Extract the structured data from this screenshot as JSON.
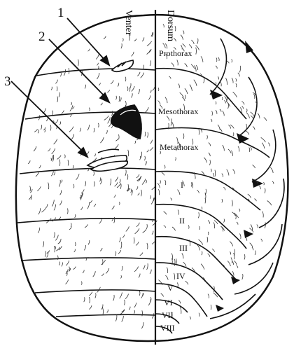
{
  "figure": {
    "callouts": [
      "1",
      "2",
      "3"
    ],
    "side_labels": {
      "venter": "Venter",
      "dorsum": "Dorsum"
    },
    "thorax_labels": [
      "Prothorax",
      "Mesothorax",
      "Metathorax"
    ],
    "abdominal_segments": [
      "I",
      "II",
      "III",
      "IV",
      "V",
      "VI",
      "VII",
      "VIII"
    ]
  },
  "colors": {
    "ink": "#111111",
    "paper": "#ffffff"
  }
}
